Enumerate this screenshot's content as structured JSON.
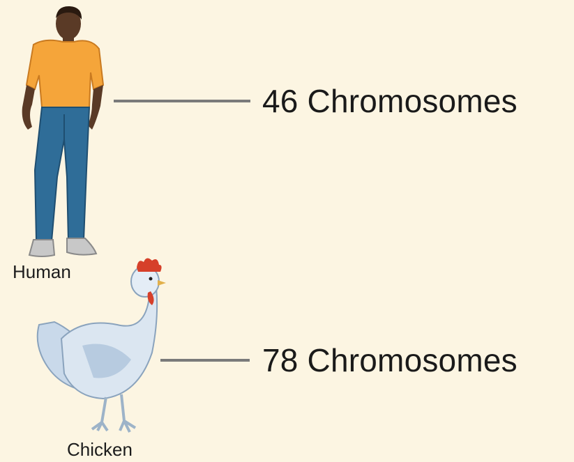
{
  "organisms": [
    {
      "name": "Human",
      "chromosome_label": "46 Chromosomes",
      "chromosome_count": 46,
      "icon": "human-figure-icon"
    },
    {
      "name": "Chicken",
      "chromosome_label": "78 Chromosomes",
      "chromosome_count": 78,
      "icon": "chicken-figure-icon"
    }
  ],
  "colors": {
    "background": "#fcf5e2",
    "connector": "#7a7a7a",
    "shirt": "#f5a53a",
    "jeans": "#2f6d98",
    "skin": "#5a3a26",
    "chicken_body": "#c9d9ea",
    "comb": "#d6402a"
  }
}
